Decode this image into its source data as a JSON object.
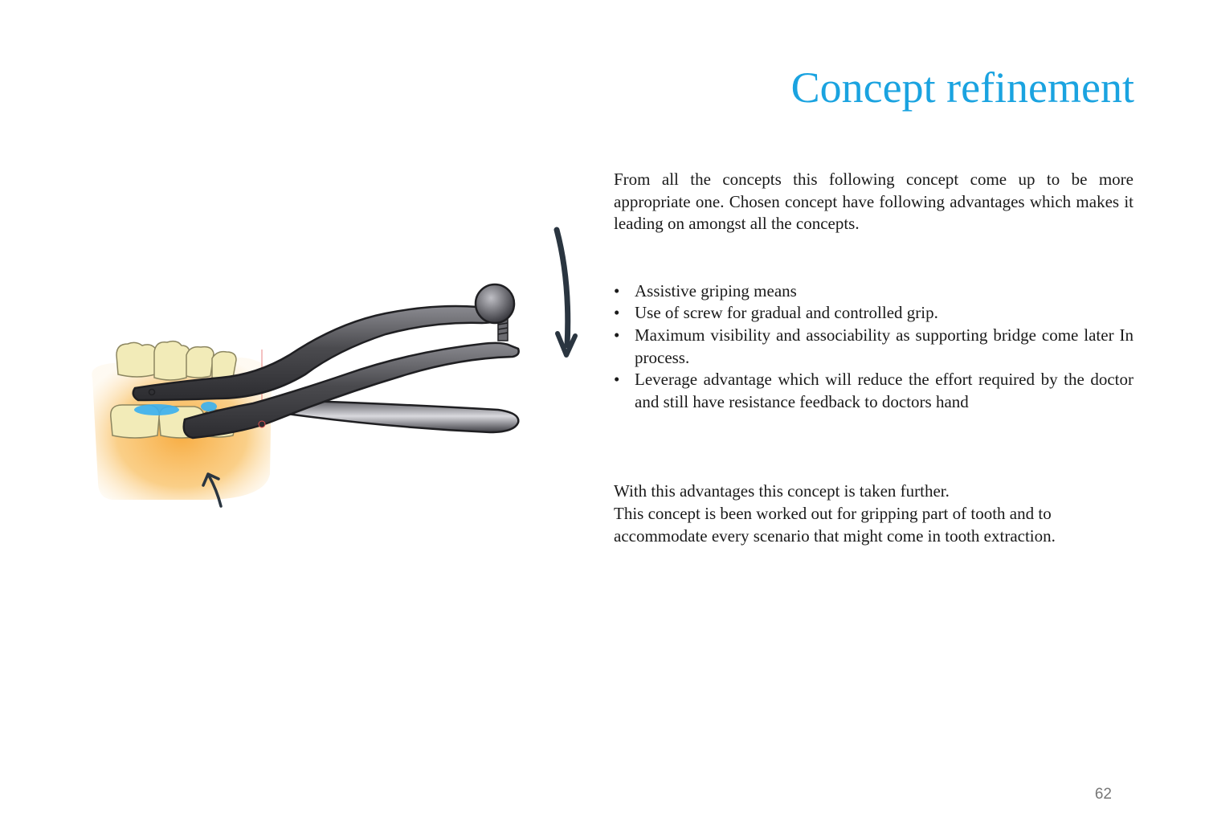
{
  "page": {
    "title": "Concept refinement",
    "page_number": "62",
    "accent_color": "#1aa3e0"
  },
  "intro": {
    "text": "From all the concepts this following concept come up to be more appropriate one. Chosen concept have following advantages which makes it leading on amongst all the concepts."
  },
  "advantages": {
    "bullet_glyph": "•",
    "items": [
      "Assistive griping means",
      "Use of screw for gradual and controlled grip.",
      "Maximum visibility and associability as supporting bridge come later In process.",
      "Leverage advantage which will reduce the effort required by the doctor and still have resistance feedback to doctors hand"
    ]
  },
  "closing": {
    "line1": "With this advantages this concept is taken further.",
    "line2": "This concept is been worked out for gripping part of tooth and to accommodate every scenario that might come in tooth extraction."
  },
  "illustration": {
    "subject": "dental-extraction-forceps-sketch",
    "gum_color": "#f7b04a",
    "tooth_color": "#f2ebb8",
    "metal_color": "#4a4a4e",
    "grip_pad_color": "#3ab0f0",
    "arrow_color": "#2a3540"
  }
}
